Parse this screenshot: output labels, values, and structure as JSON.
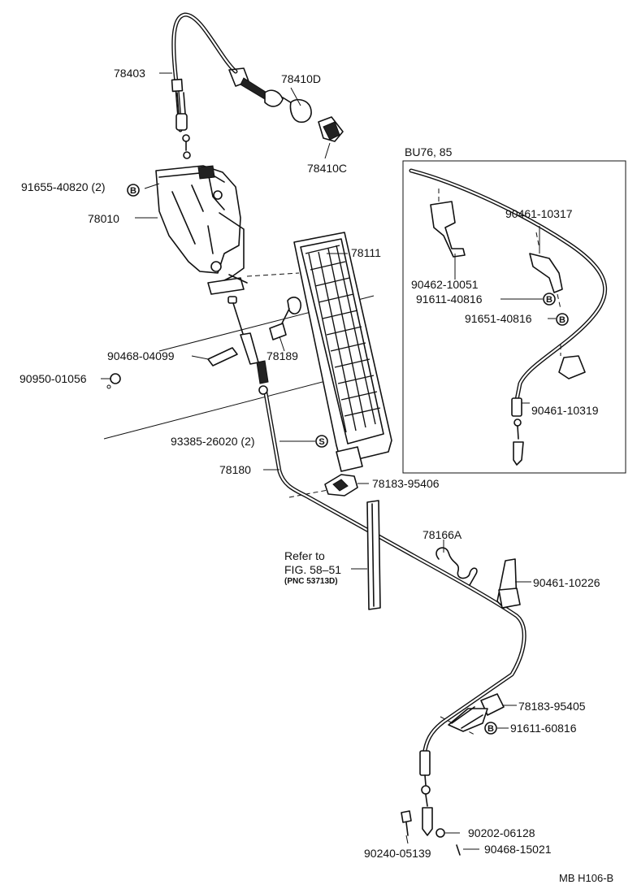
{
  "labels": {
    "p78403": "78403",
    "p78410D": "78410D",
    "p78410C": "78410C",
    "p91655": "91655-40820 (2)",
    "p78010": "78010",
    "p78111": "78111",
    "p90468_04099": "90468-04099",
    "p78189": "78189",
    "p90950": "90950-01056",
    "p93385": "93385-26020 (2)",
    "p78180": "78180",
    "p78183_95406": "78183-95406",
    "p78166A": "78166A",
    "p90461_10226": "90461-10226",
    "p78183_95405": "78183-95405",
    "p91611_60816": "91611-60816",
    "p90202": "90202-06128",
    "p90240": "90240-05139",
    "p90468_15021": "90468-15021"
  },
  "refer": {
    "line1": "Refer to",
    "line2": "FIG. 58–51",
    "line3": "(PNC 53713D)"
  },
  "inset": {
    "title": "BU76, 85",
    "p90461_10317": "90461-10317",
    "p90462_10051": "90462-10051",
    "p91611_40816": "91611-40816",
    "p91651_40816": "91651-40816",
    "p90461_10319": "90461-10319"
  },
  "badges": {
    "b": "B",
    "s": "S"
  },
  "footer": {
    "code": "MB H106-B"
  }
}
